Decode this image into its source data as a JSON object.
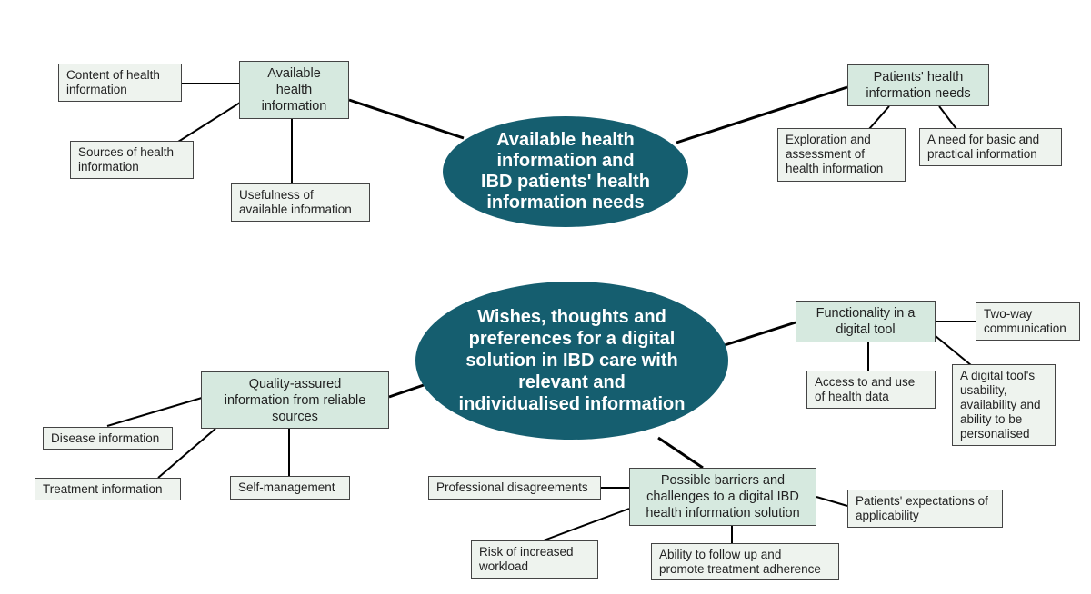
{
  "colors": {
    "center_fill": "#155e6f",
    "hub_fill": "#d6e9df",
    "leaf_fill": "#eef3ee",
    "line": "#000000"
  },
  "top": {
    "center": "Available health\ninformation and\nIBD patients' health\ninformation needs",
    "left_hub": "Available\nhealth\ninformation",
    "left_leaves": [
      "Content of health\ninformation",
      "Sources of  health\ninformation",
      "Usefulness of\navailable information"
    ],
    "right_hub": "Patients' health\ninformation needs",
    "right_leaves": [
      "Exploration and\nassessment of\nhealth information",
      "A need for basic and\npractical information"
    ]
  },
  "bottom": {
    "center": "Wishes, thoughts and\npreferences for a digital\nsolution in IBD care with\nrelevant and\nindividualised information",
    "function_hub": "Functionality in a\ndigital tool",
    "function_leaves": [
      "Two-way\ncommunication",
      "Access to and use\nof health data",
      "A digital tool's\nusability,\navailability and\nability to be\npersonalised"
    ],
    "quality_hub": "Quality-assured\ninformation from reliable\nsources",
    "quality_leaves": [
      "Disease information",
      "Treatment information",
      "Self-management"
    ],
    "barriers_hub": "Possible barriers and\nchallenges to a digital IBD\nhealth information solution",
    "barriers_leaves": [
      "Professional disagreements",
      "Patients' expectations of\napplicability",
      "Risk of increased\nworkload",
      "Ability to follow up and\npromote treatment adherence"
    ]
  }
}
